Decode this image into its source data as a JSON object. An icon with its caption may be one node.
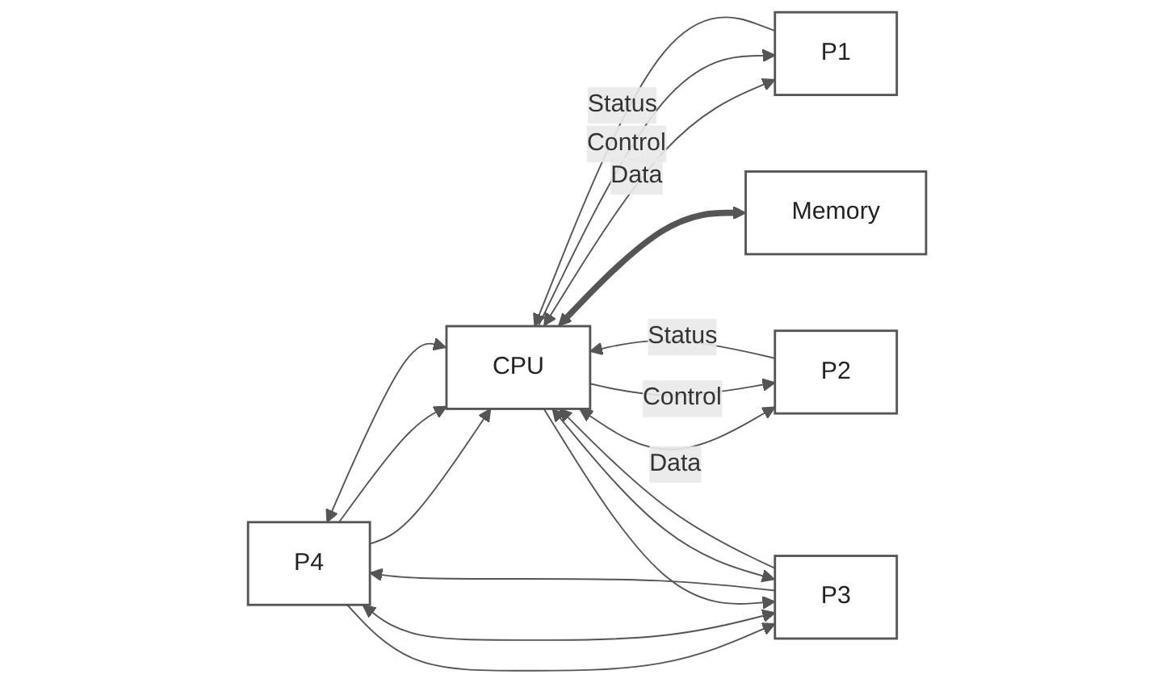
{
  "diagram": {
    "nodes": [
      {
        "text": [
          "P4"
        ]
      },
      {
        "text": [
          "P1"
        ]
      },
      {
        "text": [
          "P3"
        ]
      },
      {
        "text": [
          "CPU"
        ]
      },
      {
        "text": [
          "P2"
        ]
      },
      {
        "text": [
          "Memory"
        ]
      }
    ],
    "edges": [
      {
        "from": 0,
        "to": 3,
        "arrow": "to"
      },
      {
        "from": 3,
        "to": 0,
        "arrow": "both"
      },
      {
        "from": 0,
        "to": 3,
        "arrow": "to"
      },
      {
        "from": 3,
        "to": 1,
        "arrow": "both",
        "label": "Data"
      },
      {
        "from": 3,
        "to": 1,
        "arrow": "to",
        "label": "Control"
      },
      {
        "from": 1,
        "to": 3,
        "arrow": "to",
        "label": "Status"
      },
      {
        "from": 0,
        "to": 2,
        "arrow": "to"
      },
      {
        "from": 0,
        "to": 2,
        "arrow": "both"
      },
      {
        "from": 2,
        "to": 0,
        "arrow": "to"
      },
      {
        "from": 3,
        "to": 2,
        "arrow": "to"
      },
      {
        "from": 2,
        "to": 3,
        "arrow": "both"
      },
      {
        "from": 2,
        "to": 3,
        "arrow": "to"
      },
      {
        "from": 3,
        "to": 4,
        "arrow": "both",
        "label": "Data"
      },
      {
        "from": 3,
        "to": 4,
        "arrow": "to",
        "label": "Control"
      },
      {
        "from": 4,
        "to": 3,
        "arrow": "to",
        "label": "Status"
      },
      {
        "from": 3,
        "to": 5,
        "arrow": "both",
        "style": "thick"
      }
    ]
  }
}
